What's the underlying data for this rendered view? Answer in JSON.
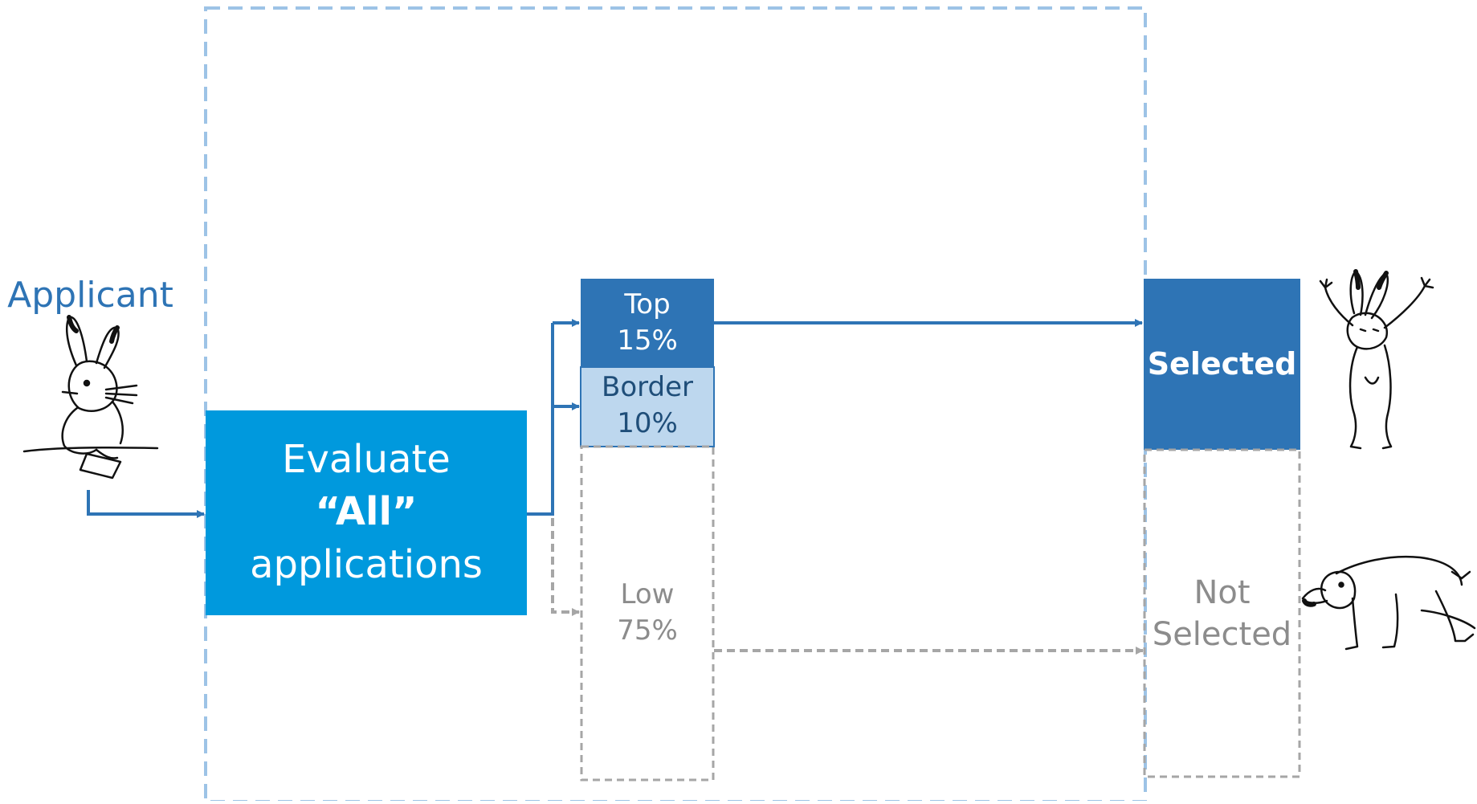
{
  "colors": {
    "dark_blue": "#2E74B5",
    "bright_blue": "#0099DD",
    "light_blue": "#BDD7EE",
    "dashed_frame": "#9DC3E6",
    "gray": "#A6A6A6",
    "gray_text": "#8C8C8C",
    "applicant_text": "#2E74B5"
  },
  "applicant": {
    "label": "Applicant"
  },
  "evaluate": {
    "line1": "Evaluate",
    "line2": "“All”",
    "line3": "applications"
  },
  "tiers": {
    "top": {
      "name": "Top",
      "pct": "15%"
    },
    "border": {
      "name": "Border",
      "pct": "10%"
    },
    "low": {
      "name": "Low",
      "pct": "75%"
    }
  },
  "outcomes": {
    "selected": "Selected",
    "not_selected_line1": "Not",
    "not_selected_line2": "Selected"
  },
  "icons": [
    "rabbit-writing-icon",
    "rabbit-cheering-icon",
    "rabbit-crouching-icon"
  ]
}
